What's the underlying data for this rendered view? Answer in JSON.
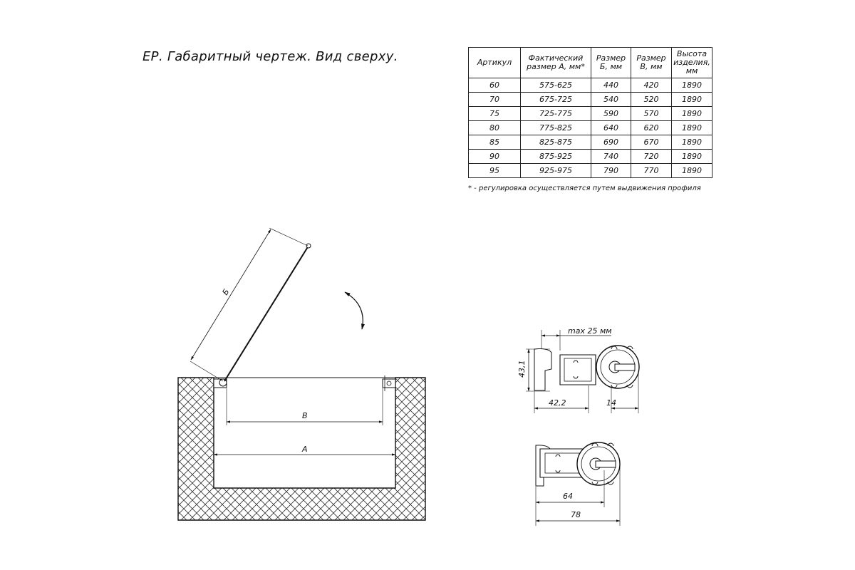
{
  "title": "ЕР. Габаритный чертеж. Вид сверху.",
  "table": {
    "headers": [
      [
        "Артикул"
      ],
      [
        "Фактический",
        "размер А, мм*"
      ],
      [
        "Размер",
        "Б, мм"
      ],
      [
        "Размер",
        "В, мм"
      ],
      [
        "Высота",
        "изделия,",
        "мм"
      ]
    ],
    "rows": [
      [
        "60",
        "575-625",
        "440",
        "420",
        "1890"
      ],
      [
        "70",
        "675-725",
        "540",
        "520",
        "1890"
      ],
      [
        "75",
        "725-775",
        "590",
        "570",
        "1890"
      ],
      [
        "80",
        "775-825",
        "640",
        "620",
        "1890"
      ],
      [
        "85",
        "825-875",
        "690",
        "670",
        "1890"
      ],
      [
        "90",
        "875-925",
        "740",
        "720",
        "1890"
      ],
      [
        "95",
        "925-975",
        "790",
        "770",
        "1890"
      ]
    ]
  },
  "footnote": "* - регулировка осуществляется путем выдвижения профиля",
  "drawing": {
    "label_b": "Б",
    "label_v": "В",
    "label_a": "А",
    "profile_top": {
      "max_label": "max 25 мм",
      "height_label": "43,1",
      "width_label": "42,2",
      "offset_label": "14"
    },
    "profile_bottom": {
      "width1_label": "64",
      "width2_label": "78"
    }
  }
}
